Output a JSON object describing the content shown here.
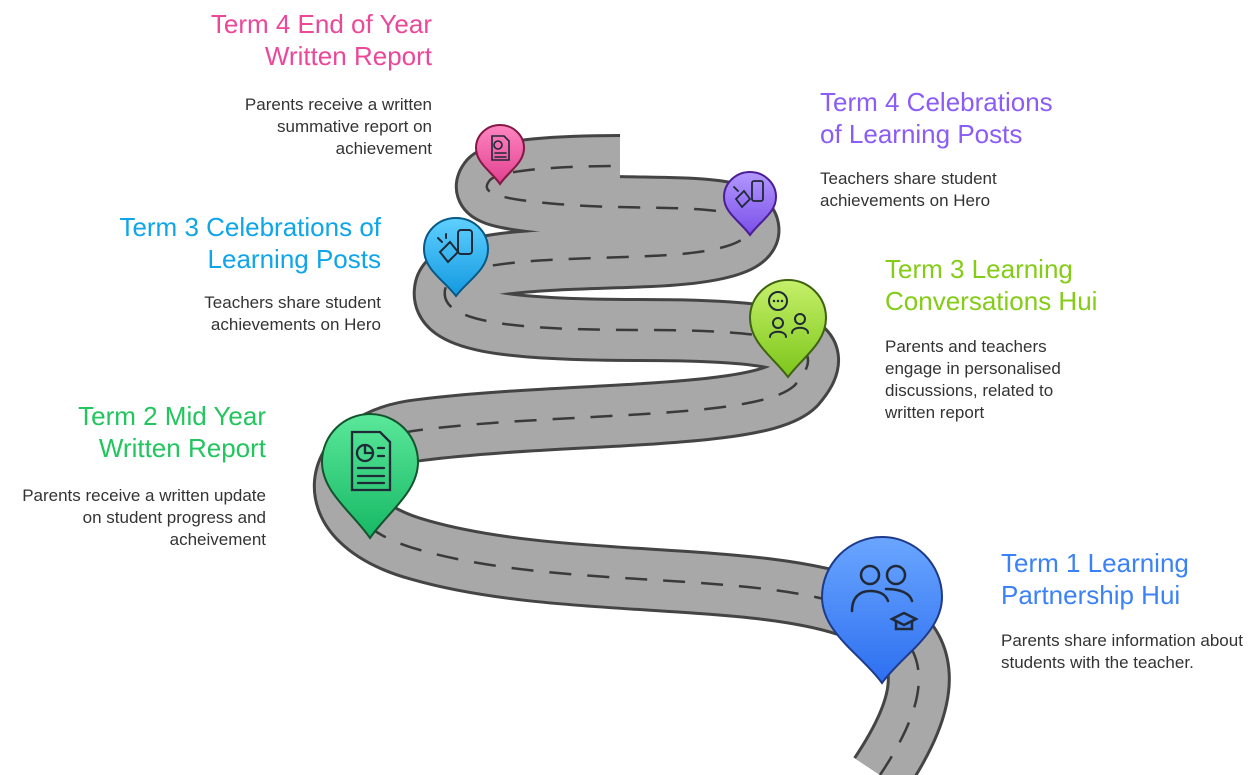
{
  "milestones": [
    {
      "title": "Term 1 Learning Partnership Hui",
      "description": "Parents share information about students with the teacher.",
      "color": "#3b82f6",
      "icon": "parent-teacher-icon"
    },
    {
      "title": "Term 2 Mid Year Written Report",
      "description": "Parents receive a written update on student progress and acheivement",
      "color": "#22c55e",
      "icon": "report-icon"
    },
    {
      "title": "Term 3 Learning Conversations Hui",
      "description": "Parents and teachers engage in personalised discussions, related to written report",
      "color": "#84cc16",
      "icon": "conversation-icon"
    },
    {
      "title": "Term 3 Celebrations of Learning Posts",
      "description": "Teachers share student achievements on Hero",
      "color": "#0ea5e9",
      "icon": "celebration-icon"
    },
    {
      "title": "Term 4 Celebrations of Learning Posts",
      "description": "Teachers share student achievements on Hero",
      "color": "#8b5cf6",
      "icon": "celebration-icon"
    },
    {
      "title": "Term 4 End of Year Written Report",
      "description": "Parents receive a written summative report on achievement",
      "color": "#ec4899",
      "icon": "report-icon"
    }
  ]
}
